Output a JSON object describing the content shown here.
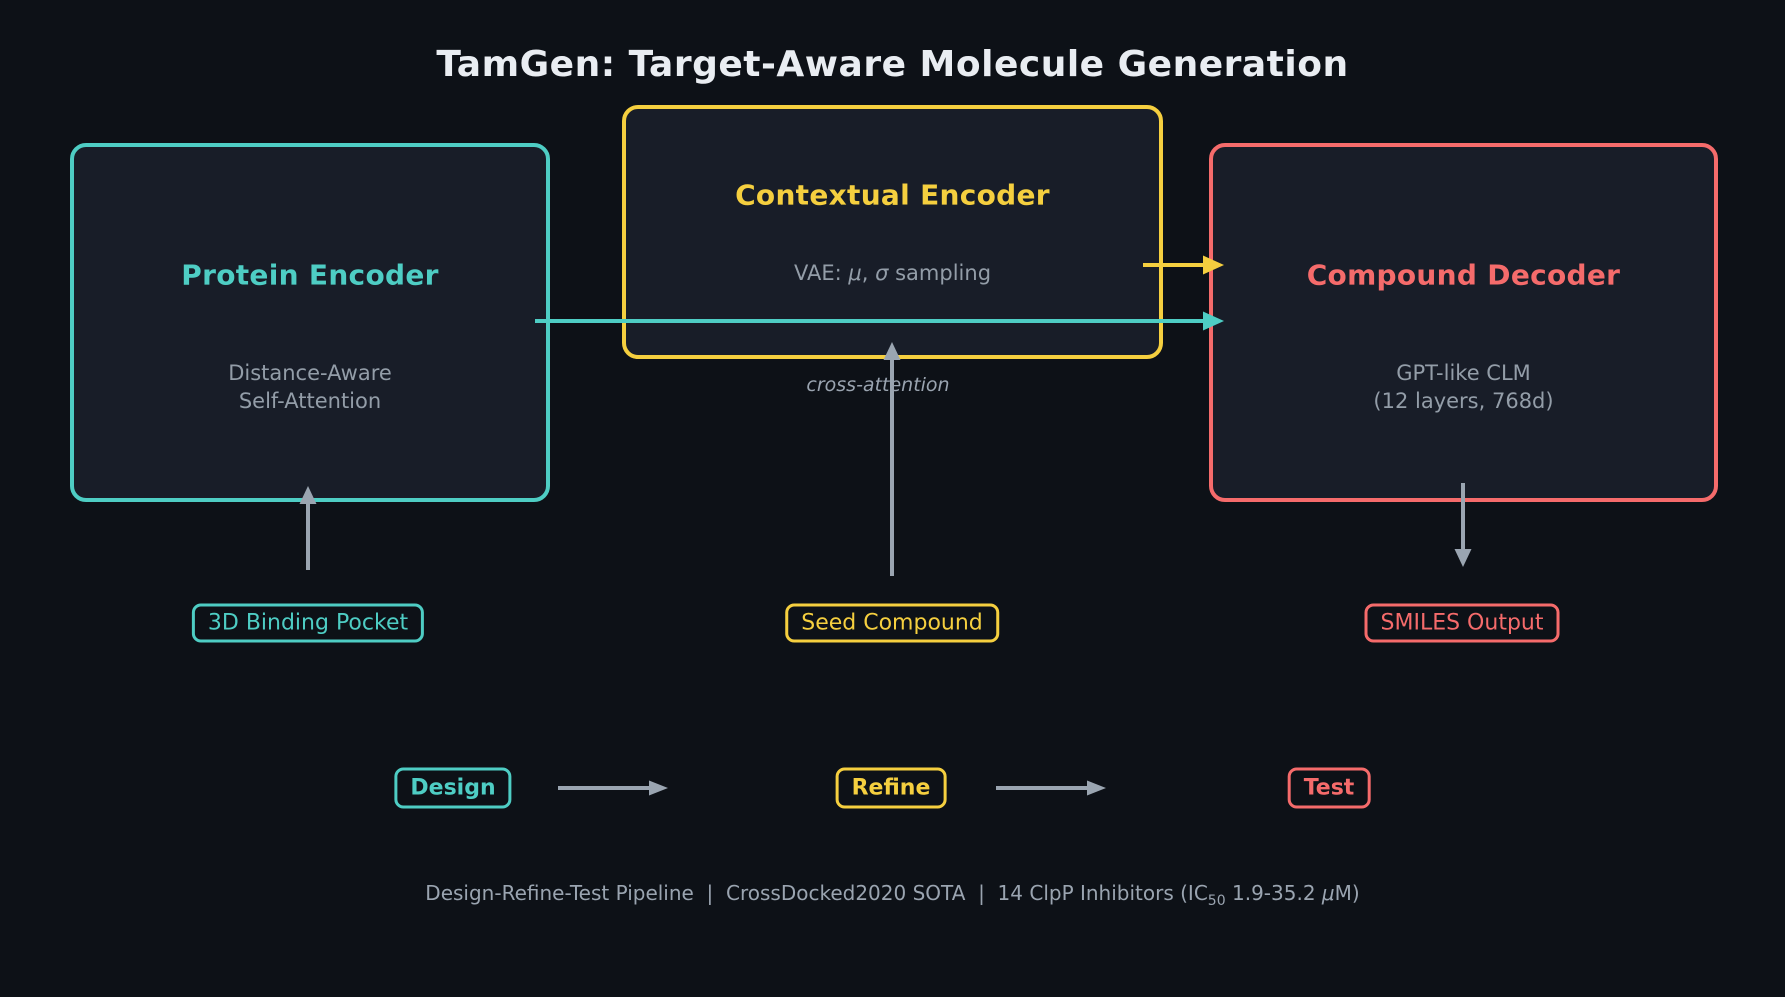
{
  "title": "TamGen: Target-Aware Molecule Generation",
  "colors": {
    "background": "#0D1117",
    "box_fill": "#181D28",
    "teal": "#4ECDC4",
    "yellow": "#F5CF3F",
    "red": "#F56B6B",
    "title_text": "#E9EDF2",
    "gray_text": "#939DA8",
    "caption_text": "#9AA4B0",
    "arrow_gray": "#9AA5B1"
  },
  "boxes": {
    "protein_encoder": {
      "title": "Protein Encoder",
      "subtitle_line1": "Distance-Aware",
      "subtitle_line2": "Self-Attention"
    },
    "contextual_encoder": {
      "title": "Contextual Encoder",
      "vae_prefix": "VAE: ",
      "mu": "μ",
      "comma": ", ",
      "sigma": "σ",
      "vae_suffix": " sampling"
    },
    "compound_decoder": {
      "title": "Compound Decoder",
      "subtitle_line1": "GPT-like CLM",
      "subtitle_line2": "(12 layers, 768d)"
    }
  },
  "io_labels": {
    "binding_pocket": "3D Binding Pocket",
    "seed_compound": "Seed Compound",
    "smiles_output": "SMILES Output"
  },
  "annotations": {
    "cross_attention": "cross-attention"
  },
  "pipeline": {
    "design": "Design",
    "refine": "Refine",
    "test": "Test"
  },
  "caption": {
    "part1": "Design-Refine-Test Pipeline  |  CrossDocked2020 SOTA  |  14 ClpP Inhibitors (IC",
    "sub50": "50",
    "mid": " 1.9-35.2 ",
    "mu": "μ",
    "tail": "M)"
  }
}
